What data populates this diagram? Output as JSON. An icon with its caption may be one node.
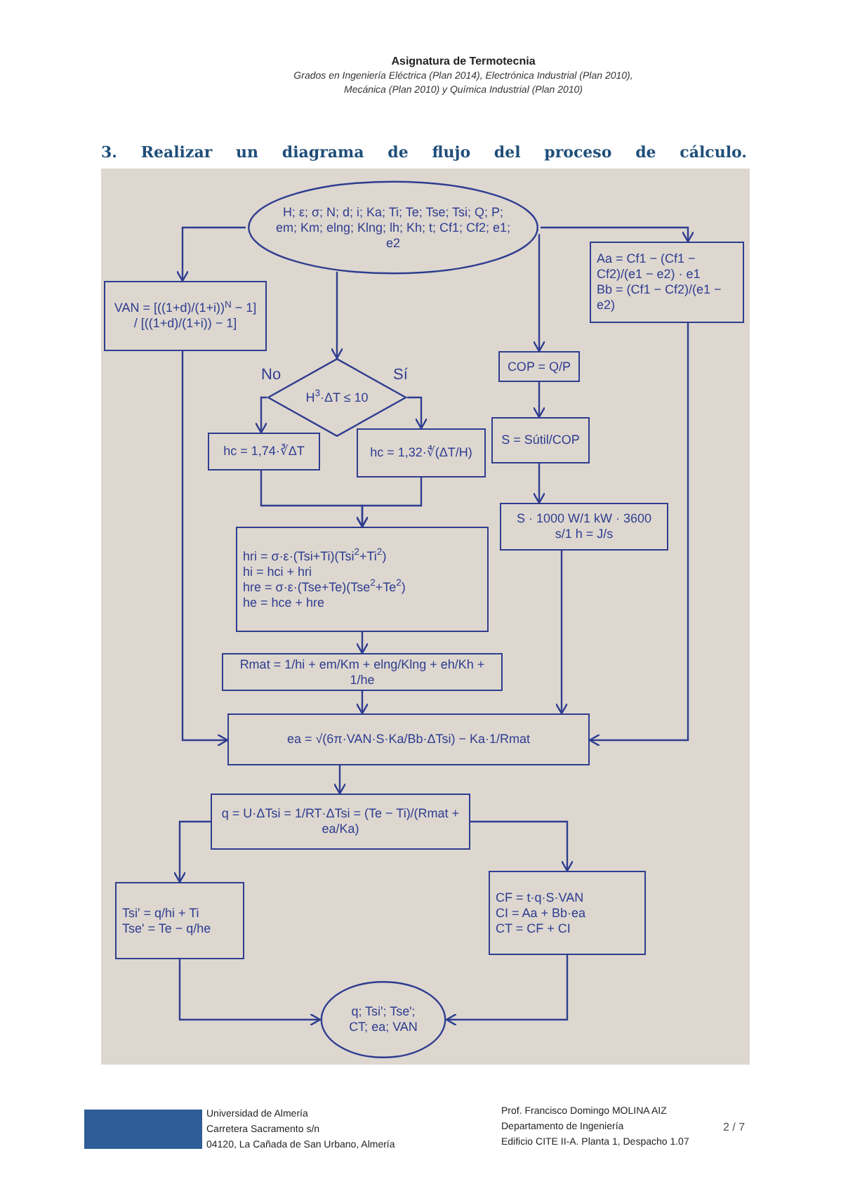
{
  "diagram": {
    "title": "3. Realizar un diagrama de flujo del proceso de cálculo.",
    "nodes": [
      {
        "text": [
          "H; ε; σ; N; d; i; Ka; Ti; Te; Tse; Tsi; Q; P; em; Km; elng; Klng; lh; Kh; t; Cf1; Cf2; e1; e2"
        ]
      },
      {
        "text": [
          "VAN = [((1+d)/(1+i))$^{N}$ − 1] / [((1+d)/(1+i)) − 1]"
        ]
      },
      {
        "text": [
          "H$^{3}$·ΔT ≤ 10"
        ]
      },
      {
        "text": [
          "hc = 1,74·∛ΔT"
        ]
      },
      {
        "text": [
          "hc = 1,32·∜(ΔT/H)"
        ]
      },
      {
        "text": [
          "COP = Q/P"
        ]
      },
      {
        "text": [
          "S = Sútil/COP"
        ]
      },
      {
        "text": [
          "S · 1000 W/1 kW · 3600 s/1 h = J/s"
        ]
      },
      {
        "text": [
          "Aa = Cf1 − (Cf1 − Cf2)/(e1 − e2) · e1",
          "Bb = (Cf1 − Cf2)/(e1 − e2)"
        ]
      },
      {
        "text": [
          "hri = σ·ε·(Tsi+Ti)(Tsi$^{2}$+Ti$^{2}$)",
          "hi = hci + hri",
          "hre = σ·ε·(Tse+Te)(Tse$^{2}$+Te$^{2}$)",
          "he = hce + hre"
        ]
      },
      {
        "text": [
          "Rmat = 1/hi + em/Km + elng/Klng + eh/Kh + 1/he"
        ]
      },
      {
        "text": [
          "ea = √(6π·VAN·S·Ka/Bb·ΔTsi) − Ka·1/Rmat"
        ]
      },
      {
        "text": [
          "q = U·ΔTsi = 1/RT·ΔTsi = (Te − Ti)/(Rmat + ea/Ka)"
        ]
      },
      {
        "text": [
          "Tsi' = q/hi + Ti",
          "Tse' = Te − q/he"
        ]
      },
      {
        "text": [
          "CF = t·q·S·VAN",
          "CI = Aa + Bb·ea",
          "CT = CF + CI"
        ]
      },
      {
        "text": [
          "q; Tsi'; Tse'; CT; ea; VAN"
        ]
      }
    ],
    "edges": [
      {
        "from": 0,
        "to": 1,
        "arrow": "to"
      },
      {
        "from": 0,
        "to": 2,
        "arrow": "to"
      },
      {
        "from": 0,
        "to": 5,
        "arrow": "to"
      },
      {
        "from": 0,
        "to": 8,
        "arrow": "to"
      },
      {
        "from": 2,
        "to": 3,
        "arrow": "to",
        "label": "No"
      },
      {
        "from": 2,
        "to": 4,
        "arrow": "to",
        "label": "Sí"
      },
      {
        "from": 3,
        "to": 9,
        "arrow": "to"
      },
      {
        "from": 4,
        "to": 9,
        "arrow": "to"
      },
      {
        "from": 9,
        "to": 10,
        "arrow": "to"
      },
      {
        "from": 10,
        "to": 11,
        "arrow": "to"
      },
      {
        "from": 1,
        "to": 11,
        "arrow": "to"
      },
      {
        "from": 8,
        "to": 11,
        "arrow": "to"
      },
      {
        "from": 5,
        "to": 6,
        "arrow": "to"
      },
      {
        "from": 6,
        "to": 7,
        "arrow": "to"
      },
      {
        "from": 7,
        "to": 11,
        "arrow": "to"
      },
      {
        "from": 11,
        "to": 12,
        "arrow": "to"
      },
      {
        "from": 12,
        "to": 13,
        "arrow": "to"
      },
      {
        "from": 12,
        "to": 14,
        "arrow": "to"
      },
      {
        "from": 13,
        "to": 15,
        "arrow": "to"
      },
      {
        "from": 14,
        "to": 15,
        "arrow": "to"
      }
    ],
    "labels": [
      "Asignatura de Termotecnia",
      "Grados en Ingeniería Eléctrica (Plan 2014), Electrónica Industrial (Plan 2010), Mecánica (Plan 2010) y Química Industrial (Plan 2010)",
      "Universidad de Almería",
      "Carretera Sacramento s/n",
      "04120, La Cañada de San Urbano, Almería",
      "Prof. Francisco Domingo MOLINA AIZ",
      "Departamento de Ingeniería",
      "Edificio CITE II-A. Planta 1, Despacho 1.07",
      "2 / 7"
    ]
  }
}
